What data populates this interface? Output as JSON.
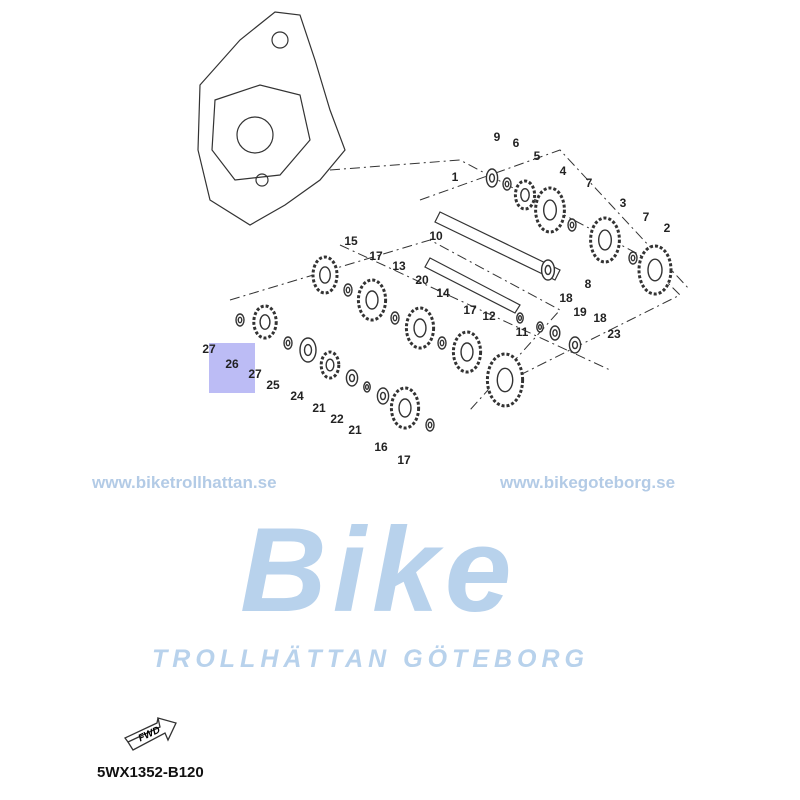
{
  "diagram": {
    "part_labels": [
      "9",
      "6",
      "5",
      "4",
      "7",
      "1",
      "3",
      "7",
      "2",
      "15",
      "17",
      "10",
      "13",
      "20",
      "14",
      "8",
      "18",
      "19",
      "12",
      "17",
      "18",
      "11",
      "23",
      "27",
      "26",
      "27",
      "25",
      "24",
      "21",
      "22",
      "21",
      "16",
      "17"
    ],
    "highlighted_part": "26",
    "direction_label": "FWD",
    "diagram_code": "5WX1352-B120"
  },
  "watermark": {
    "brand": "Bike",
    "cities": "TROLLHÄTTAN GÖTEBORG",
    "url_left": "www.biketrollhattan.se",
    "url_right": "www.bikegoteborg.se",
    "color": "#b8d2ec"
  }
}
